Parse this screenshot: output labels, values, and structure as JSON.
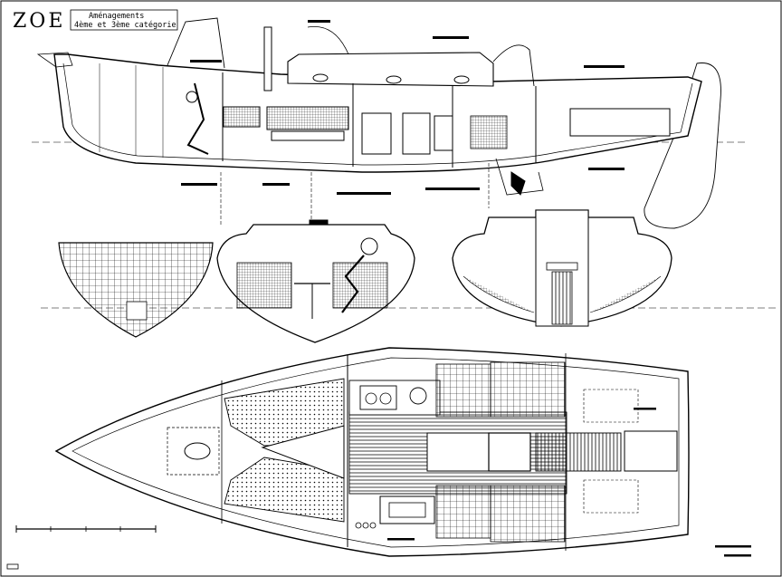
{
  "title_block": {
    "boat_name": "ZOE",
    "subtitle_line1": "Aménagements",
    "subtitle_line2": "4ème et 3ème catégorie"
  },
  "views": {
    "profile": "side-elevation-layout",
    "sections": [
      "forward-section",
      "cabin-section",
      "aft-section"
    ],
    "plan": "deck-plan-layout"
  },
  "colors": {
    "ink": "#000000",
    "paper": "#ffffff",
    "hatch": "#000000"
  }
}
